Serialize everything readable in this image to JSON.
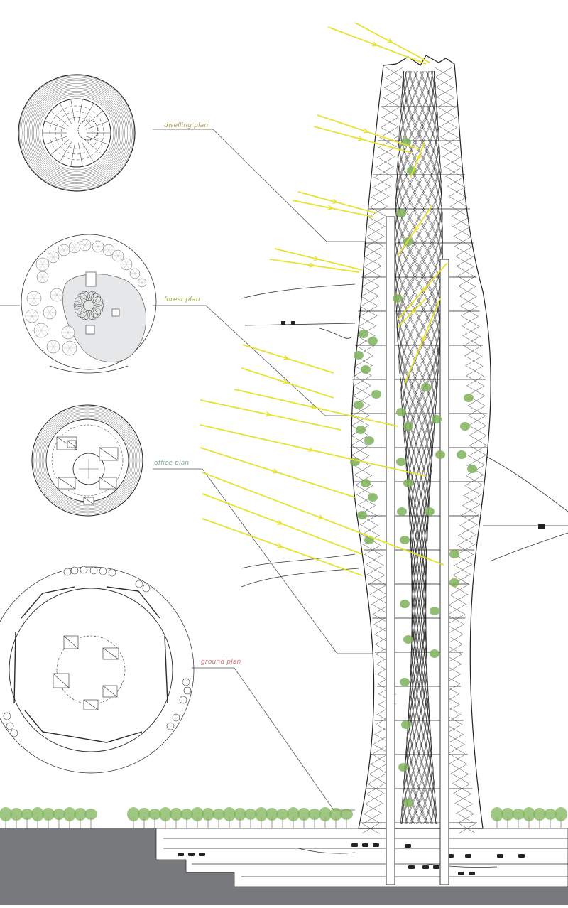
{
  "labels": {
    "dwelling": "dwelling plan",
    "forest": "forest plan",
    "office": "office plan",
    "ground": "ground plan"
  },
  "colors": {
    "dwelling_label": "#b3a15a",
    "forest_label": "#9aa63a",
    "office_label": "#7fa7a2",
    "ground_label": "#d9727a",
    "sun_ray": "#e6e22e",
    "tree": "#7fb35a",
    "ground_fill": "#77797c",
    "line": "#1e1e1e"
  },
  "icons": [
    "tree-symbol",
    "sun-ray-arrow",
    "car-symbol"
  ]
}
